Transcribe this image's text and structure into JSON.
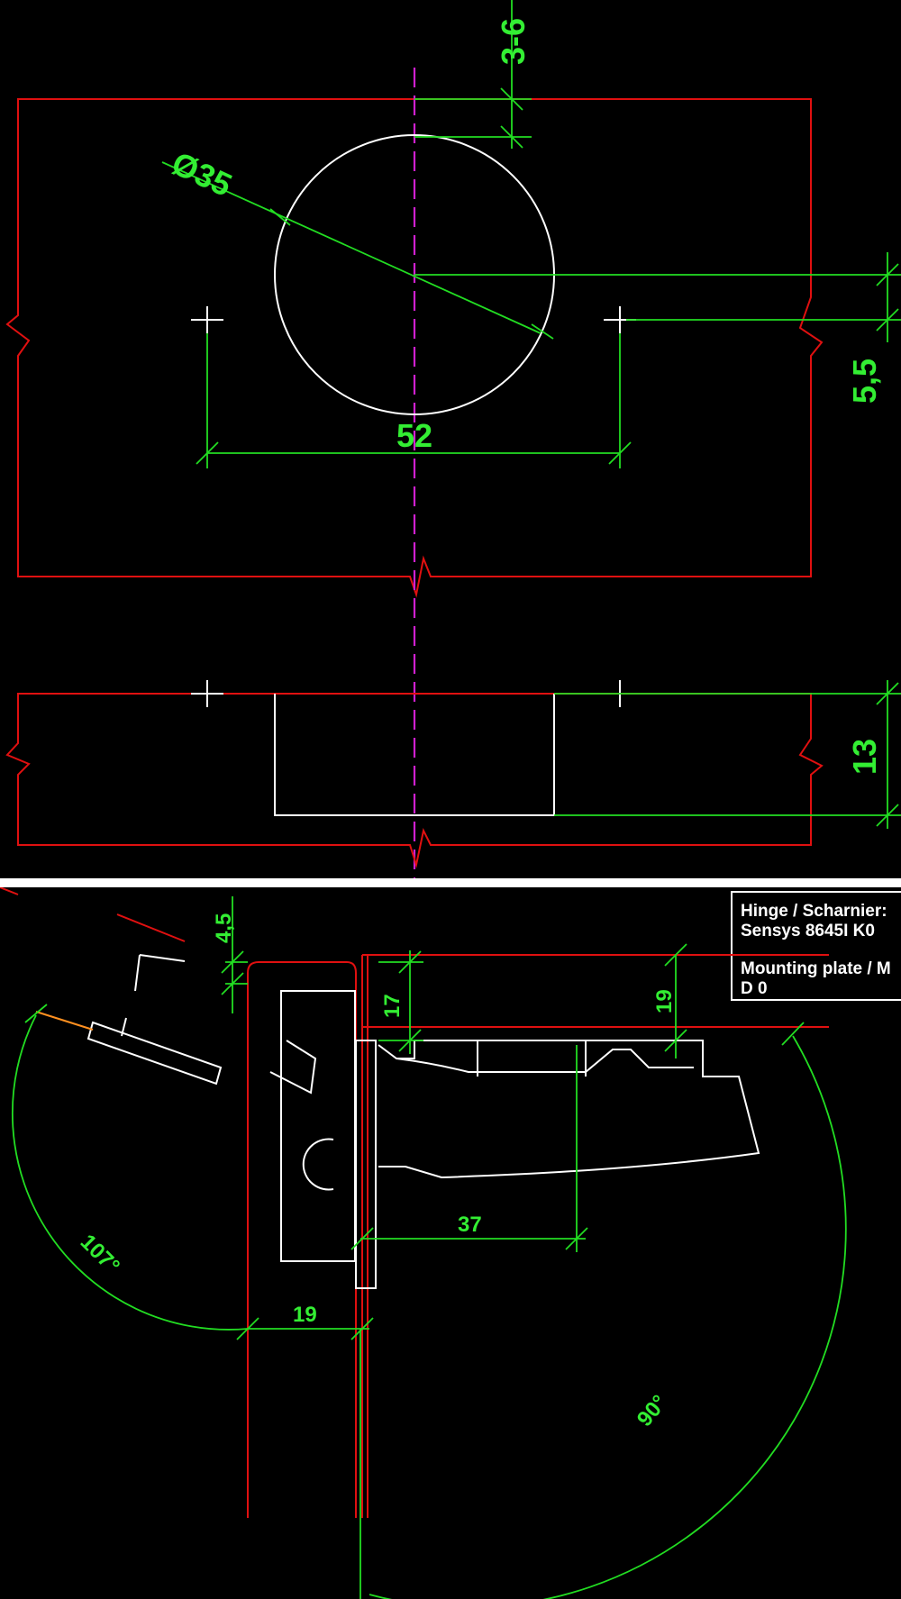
{
  "top_view": {
    "dim_diameter": "Ø35",
    "dim_edge_distance": "3-6",
    "dim_hole_spacing": "52",
    "dim_hole_offset": "5,5",
    "dim_cup_depth": "13"
  },
  "side_view": {
    "title_block": {
      "line1": "Hinge / Scharnier:",
      "line2": "Sensys 8645I K0",
      "line3": "Mounting plate / M",
      "line4": "D 0"
    },
    "dim_overlay": "4,5",
    "dim_plate": "17",
    "dim_cup_top": "19",
    "dim_arm": "37",
    "dim_gap": "19",
    "angle_open": "107°",
    "angle_swing": "90°"
  },
  "colors": {
    "background": "#000000",
    "dimension": "#33ee33",
    "panel_edge": "#e01010",
    "part": "#ffffff",
    "centerline": "#d020d0"
  }
}
